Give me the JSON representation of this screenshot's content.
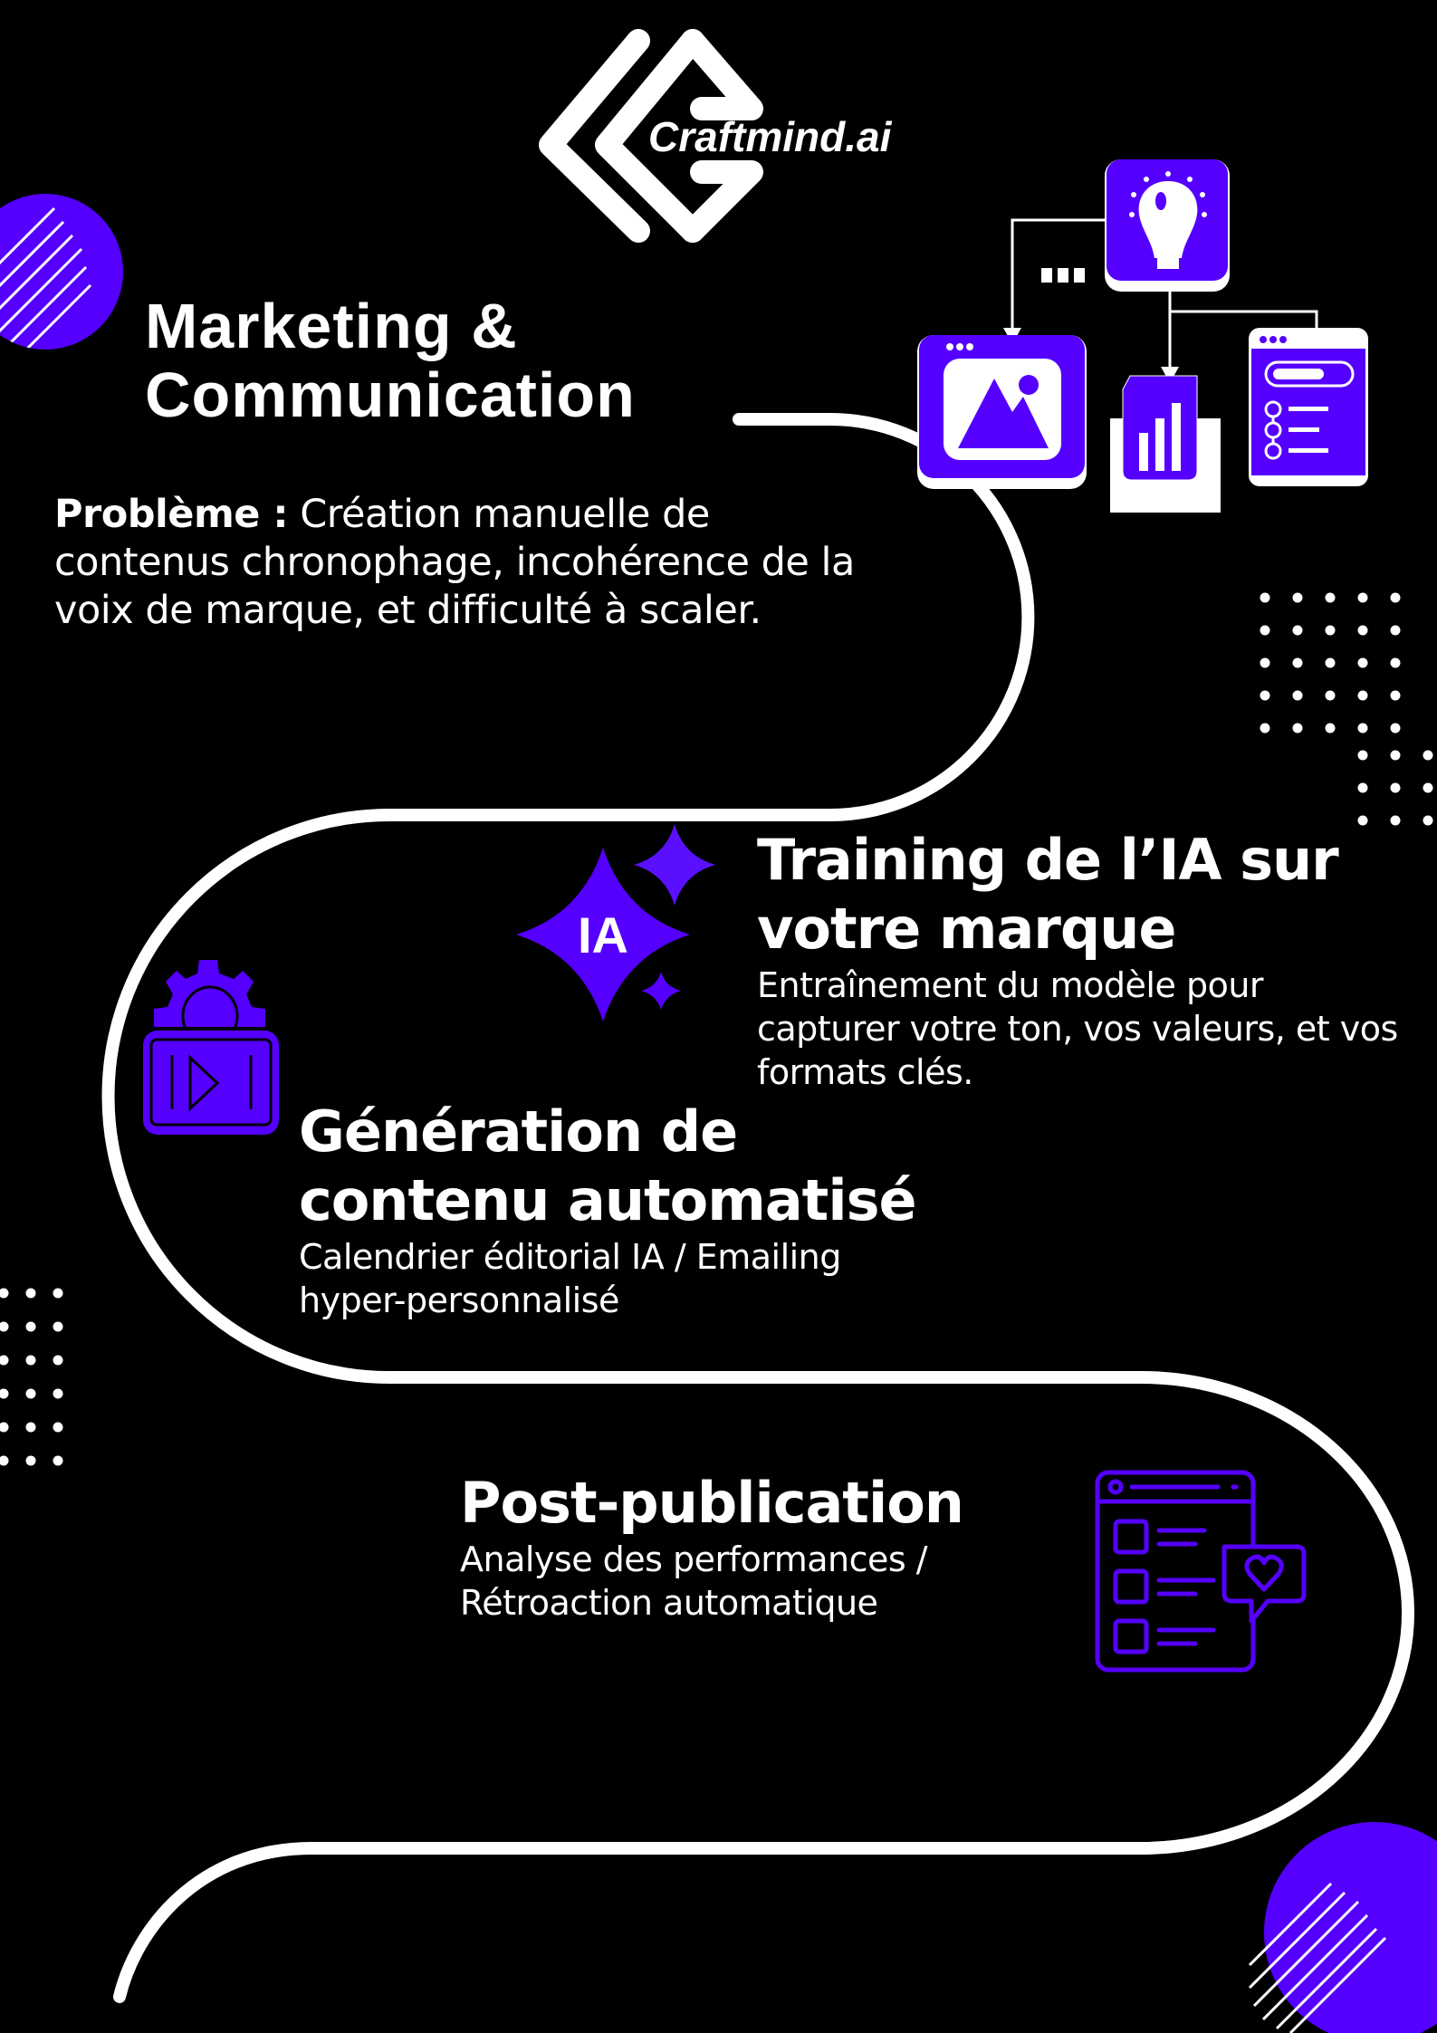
{
  "brand": {
    "name": "Craftmind.ai",
    "accent": "#5500ff"
  },
  "header": {
    "title_line1": "Marketing &",
    "title_line2": "Communication"
  },
  "problem": {
    "label": "Problème :",
    "text": " Création manuelle de contenus chronophage, incohérence de la voix de marque, et difficulté à scaler."
  },
  "steps": [
    {
      "title_line1": "Training de l’IA sur",
      "title_line2": "votre marque",
      "description": "Entraînement du modèle pour capturer votre ton, vos valeurs, et vos formats clés.",
      "icon": "sparkle-ia-icon",
      "icon_label": "IA"
    },
    {
      "title_line1": "Génération de",
      "title_line2": "contenu automatisé",
      "description_line1": "Calendrier éditorial IA / Emailing",
      "description_line2": "hyper-personnalisé",
      "icon": "gear-video-icon"
    },
    {
      "title": "Post-publication",
      "description_line1": "Analyse des performances /",
      "description_line2": "Rétroaction automatique",
      "icon": "feedback-list-heart-icon"
    }
  ],
  "illustration": {
    "icons": [
      "lightbulb-icon",
      "image-window-icon",
      "chart-document-icon",
      "list-window-icon"
    ],
    "ellipsis": "..."
  }
}
